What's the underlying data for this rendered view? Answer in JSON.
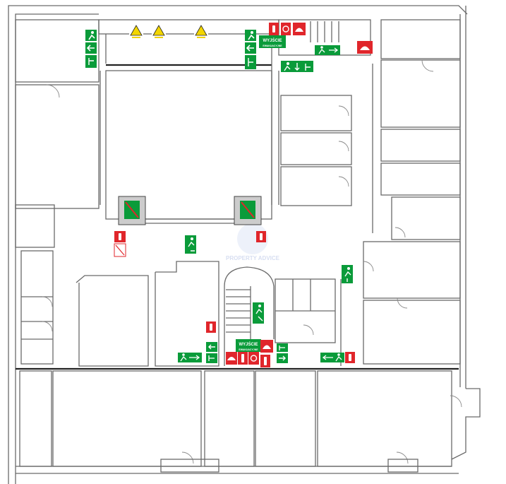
{
  "sign_texts": {
    "exit_top": "WYJŚCIE",
    "exit_top_sub": "EWAKUACYJNE",
    "exit_bottom": "WYJŚCIE",
    "exit_bottom_sub": "EWAKUACYJNE"
  },
  "watermark": "PROPERTY ADVICE",
  "colors": {
    "safety_green": "#0a9b3a",
    "fire_red": "#e0262b",
    "warning_yellow": "#f2d500",
    "wall": "#6a6a6a"
  },
  "icons": [
    "running-man-exit-icon",
    "arrow-icon",
    "fire-extinguisher-icon",
    "fire-hose-icon",
    "fire-alarm-icon",
    "warning-triangle-icon",
    "no-lift-sign-icon"
  ]
}
